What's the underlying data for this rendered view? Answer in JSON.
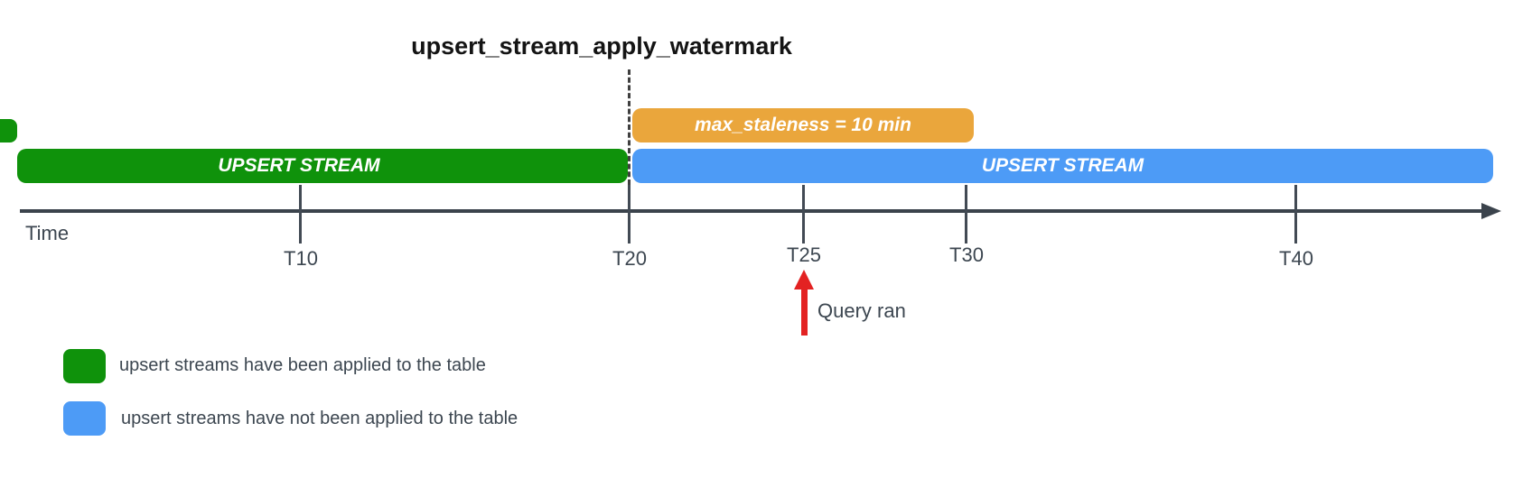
{
  "title": "upsert_stream_apply_watermark",
  "colors": {
    "applied_green": "#0F920B",
    "not_applied_blue": "#4D9BF6",
    "staleness_orange": "#EAA63C",
    "axis": "#3B434C",
    "text": "#3C4650",
    "annotation_red": "#E32222"
  },
  "bars": {
    "applied_stream": {
      "label": "UPSERT STREAM"
    },
    "not_applied_stream": {
      "label": "UPSERT STREAM"
    },
    "staleness_window": {
      "label": "max_staleness = 10 min"
    }
  },
  "timeline": {
    "axis_label": "Time",
    "ticks": [
      {
        "label": "T10"
      },
      {
        "label": "T20"
      },
      {
        "label": "T25"
      },
      {
        "label": "T30"
      },
      {
        "label": "T40"
      }
    ]
  },
  "annotation": {
    "label": "Query ran"
  },
  "legend": {
    "items": [
      {
        "color": "#0F920B",
        "label": "upsert streams have been applied to the table"
      },
      {
        "color": "#4D9BF6",
        "label": "upsert streams have not been applied to the table"
      }
    ]
  }
}
